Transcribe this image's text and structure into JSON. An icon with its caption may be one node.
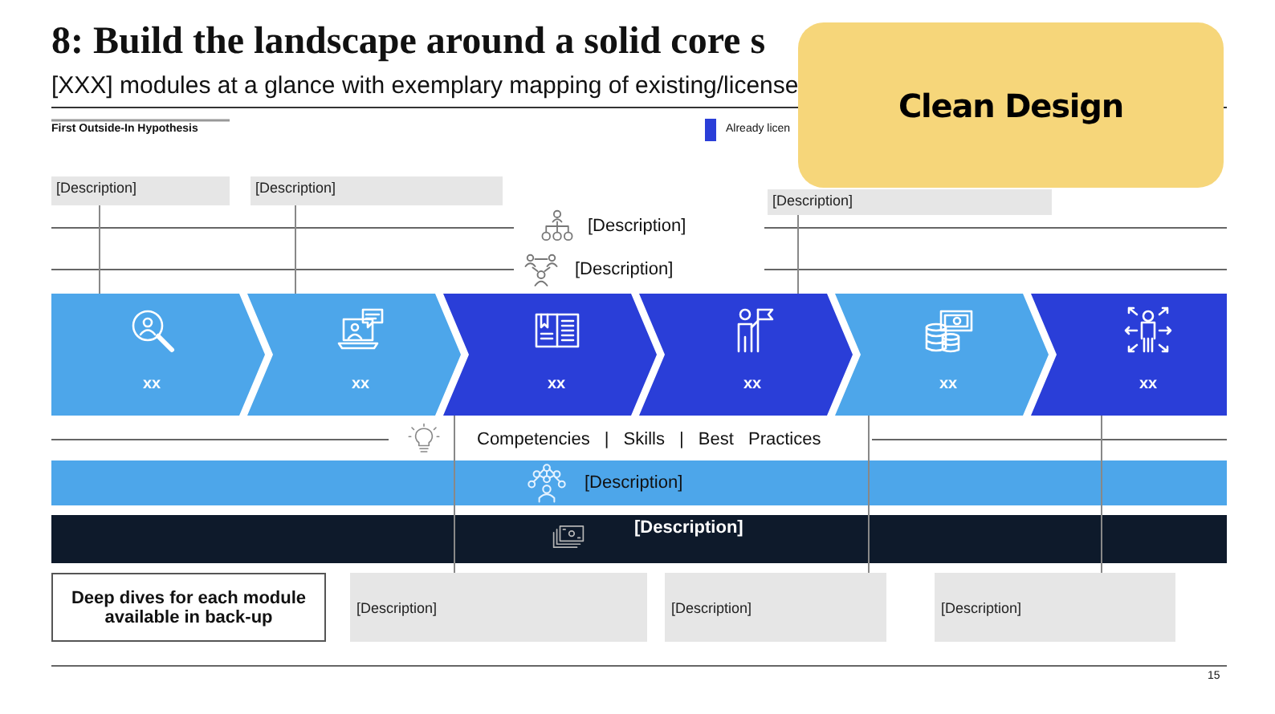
{
  "diagram": {
    "title": "8: Build the landscape around a solid core s",
    "nodes": [
      {
        "text": [
          "Clean Design"
        ]
      },
      {
        "text": [
          "[Description]"
        ]
      },
      {
        "text": [
          "[Description]"
        ]
      },
      {
        "text": [
          "[Description]"
        ]
      },
      {
        "text": [
          "xx"
        ]
      },
      {
        "text": [
          "xx"
        ]
      },
      {
        "text": [
          "xx"
        ]
      },
      {
        "text": [
          "xx"
        ]
      },
      {
        "text": [
          "xx"
        ]
      },
      {
        "text": [
          "xx"
        ]
      },
      {
        "text": [
          "[Description]"
        ]
      },
      {
        "text": [
          "[Description]"
        ]
      },
      {
        "text": [
          "Deep dives for each module available in back-up"
        ]
      },
      {
        "text": [
          "[Description]"
        ]
      },
      {
        "text": [
          "[Description]"
        ]
      },
      {
        "text": [
          "[Description]"
        ]
      }
    ],
    "edges": [
      {
        "from": 1,
        "to": 4,
        "arrow": "none"
      },
      {
        "from": 2,
        "to": 5,
        "arrow": "none"
      },
      {
        "from": 3,
        "to": 7,
        "arrow": "none"
      },
      {
        "from": 13,
        "to": 6,
        "arrow": "none"
      },
      {
        "from": 14,
        "to": 8,
        "arrow": "none"
      },
      {
        "from": 15,
        "to": 9,
        "arrow": "none"
      }
    ],
    "labels": [
      "[XXX] modules at a glance with exemplary mapping of existing/license",
      "First Outside-In Hypothesis",
      "[Description]",
      "[Description]",
      "Competencies | Skills | Best Practices",
      "15"
    ],
    "legend": [
      {
        "text": "Already licen",
        "color": "#2a3ed8"
      }
    ]
  }
}
